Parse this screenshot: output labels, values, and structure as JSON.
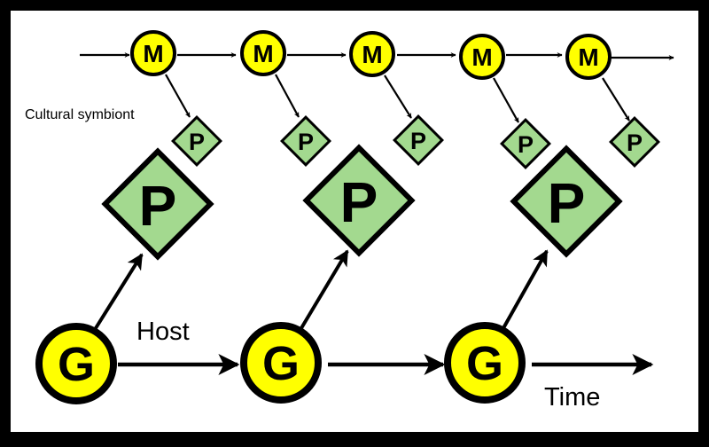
{
  "colors": {
    "frame": "#000000",
    "background": "#ffffff",
    "meme_fill": "#ffff00",
    "gene_fill": "#ffff00",
    "phenotype_fill": "#a3d98f",
    "stroke": "#000000"
  },
  "labels": {
    "cultural_symbiont": "Cultural symbiont",
    "host": "Host",
    "time": "Time"
  },
  "meme_nodes": [
    {
      "id": "m1",
      "label": "M"
    },
    {
      "id": "m2",
      "label": "M"
    },
    {
      "id": "m3",
      "label": "M"
    },
    {
      "id": "m4",
      "label": "M"
    },
    {
      "id": "m5",
      "label": "M"
    }
  ],
  "small_phenotypes": [
    {
      "id": "sp1",
      "label": "P"
    },
    {
      "id": "sp2",
      "label": "P"
    },
    {
      "id": "sp3",
      "label": "P"
    },
    {
      "id": "sp4",
      "label": "P"
    },
    {
      "id": "sp5",
      "label": "P"
    }
  ],
  "large_phenotypes": [
    {
      "id": "lp1",
      "label": "P"
    },
    {
      "id": "lp2",
      "label": "P"
    },
    {
      "id": "lp3",
      "label": "P"
    }
  ],
  "gene_nodes": [
    {
      "id": "g1",
      "label": "G"
    },
    {
      "id": "g2",
      "label": "G"
    },
    {
      "id": "g3",
      "label": "G"
    }
  ]
}
